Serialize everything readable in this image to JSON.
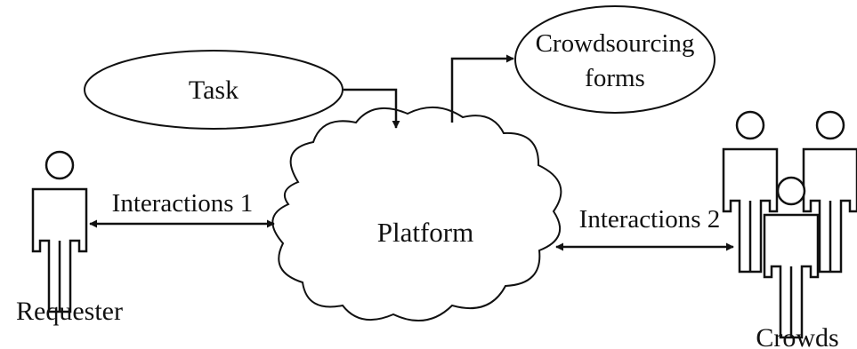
{
  "nodes": {
    "task": "Task",
    "forms_line1": "Crowdsourcing",
    "forms_line2": "forms",
    "platform": "Platform",
    "requester": "Requester",
    "crowds": "Crowds"
  },
  "edges": {
    "interactions_1": "Interactions 1",
    "interactions_2": "Interactions 2"
  },
  "colors": {
    "stroke": "#111111",
    "background": "#ffffff"
  }
}
